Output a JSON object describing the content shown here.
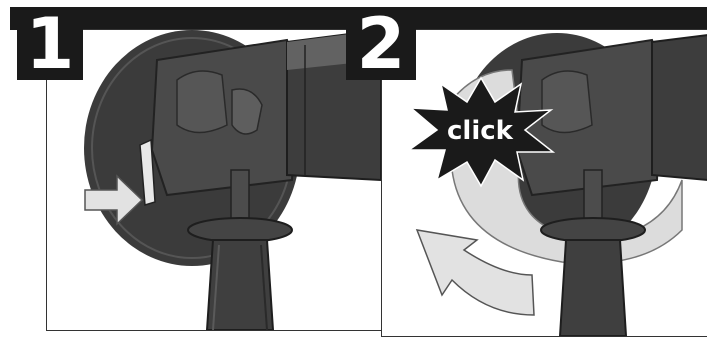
{
  "steps": [
    {
      "number": "1"
    },
    {
      "number": "2",
      "callout": "click"
    }
  ],
  "colors": {
    "ink": "#1a1a1a",
    "tool_dark": "#3a3a3a",
    "tool_mid": "#5a5a5a",
    "guard": "#dcdcdc",
    "arrow_fill": "#e2e2e2"
  }
}
